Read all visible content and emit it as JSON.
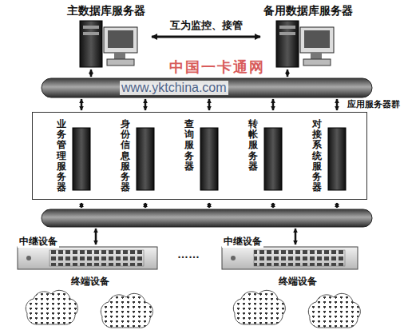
{
  "diagram": {
    "nodes": [
      {
        "text": [
          "主数据库服务器"
        ]
      },
      {
        "text": [
          "备用数据库服务器"
        ]
      },
      {
        "text": [
          "应用服务器群"
        ]
      },
      {
        "text": [
          "业务管理服务器"
        ],
        "in": 2
      },
      {
        "text": [
          "身份信息服务器"
        ],
        "in": 2
      },
      {
        "text": [
          "查询服务器"
        ],
        "in": 2
      },
      {
        "text": [
          "转帐服务器"
        ],
        "in": 2
      },
      {
        "text": [
          "对接系统服务器"
        ],
        "in": 2
      },
      {
        "text": [
          "中继设备"
        ]
      },
      {
        "text": [
          "中继设备"
        ]
      },
      {
        "text": [
          "终端设备"
        ]
      },
      {
        "text": [
          "终端设备"
        ]
      }
    ],
    "edges": [
      {
        "from": 0,
        "to": 1,
        "arrow": "both",
        "label": "互为监控、接管"
      }
    ],
    "labels": [
      "中国一卡通网",
      "www.yktchina.com",
      "……"
    ]
  }
}
